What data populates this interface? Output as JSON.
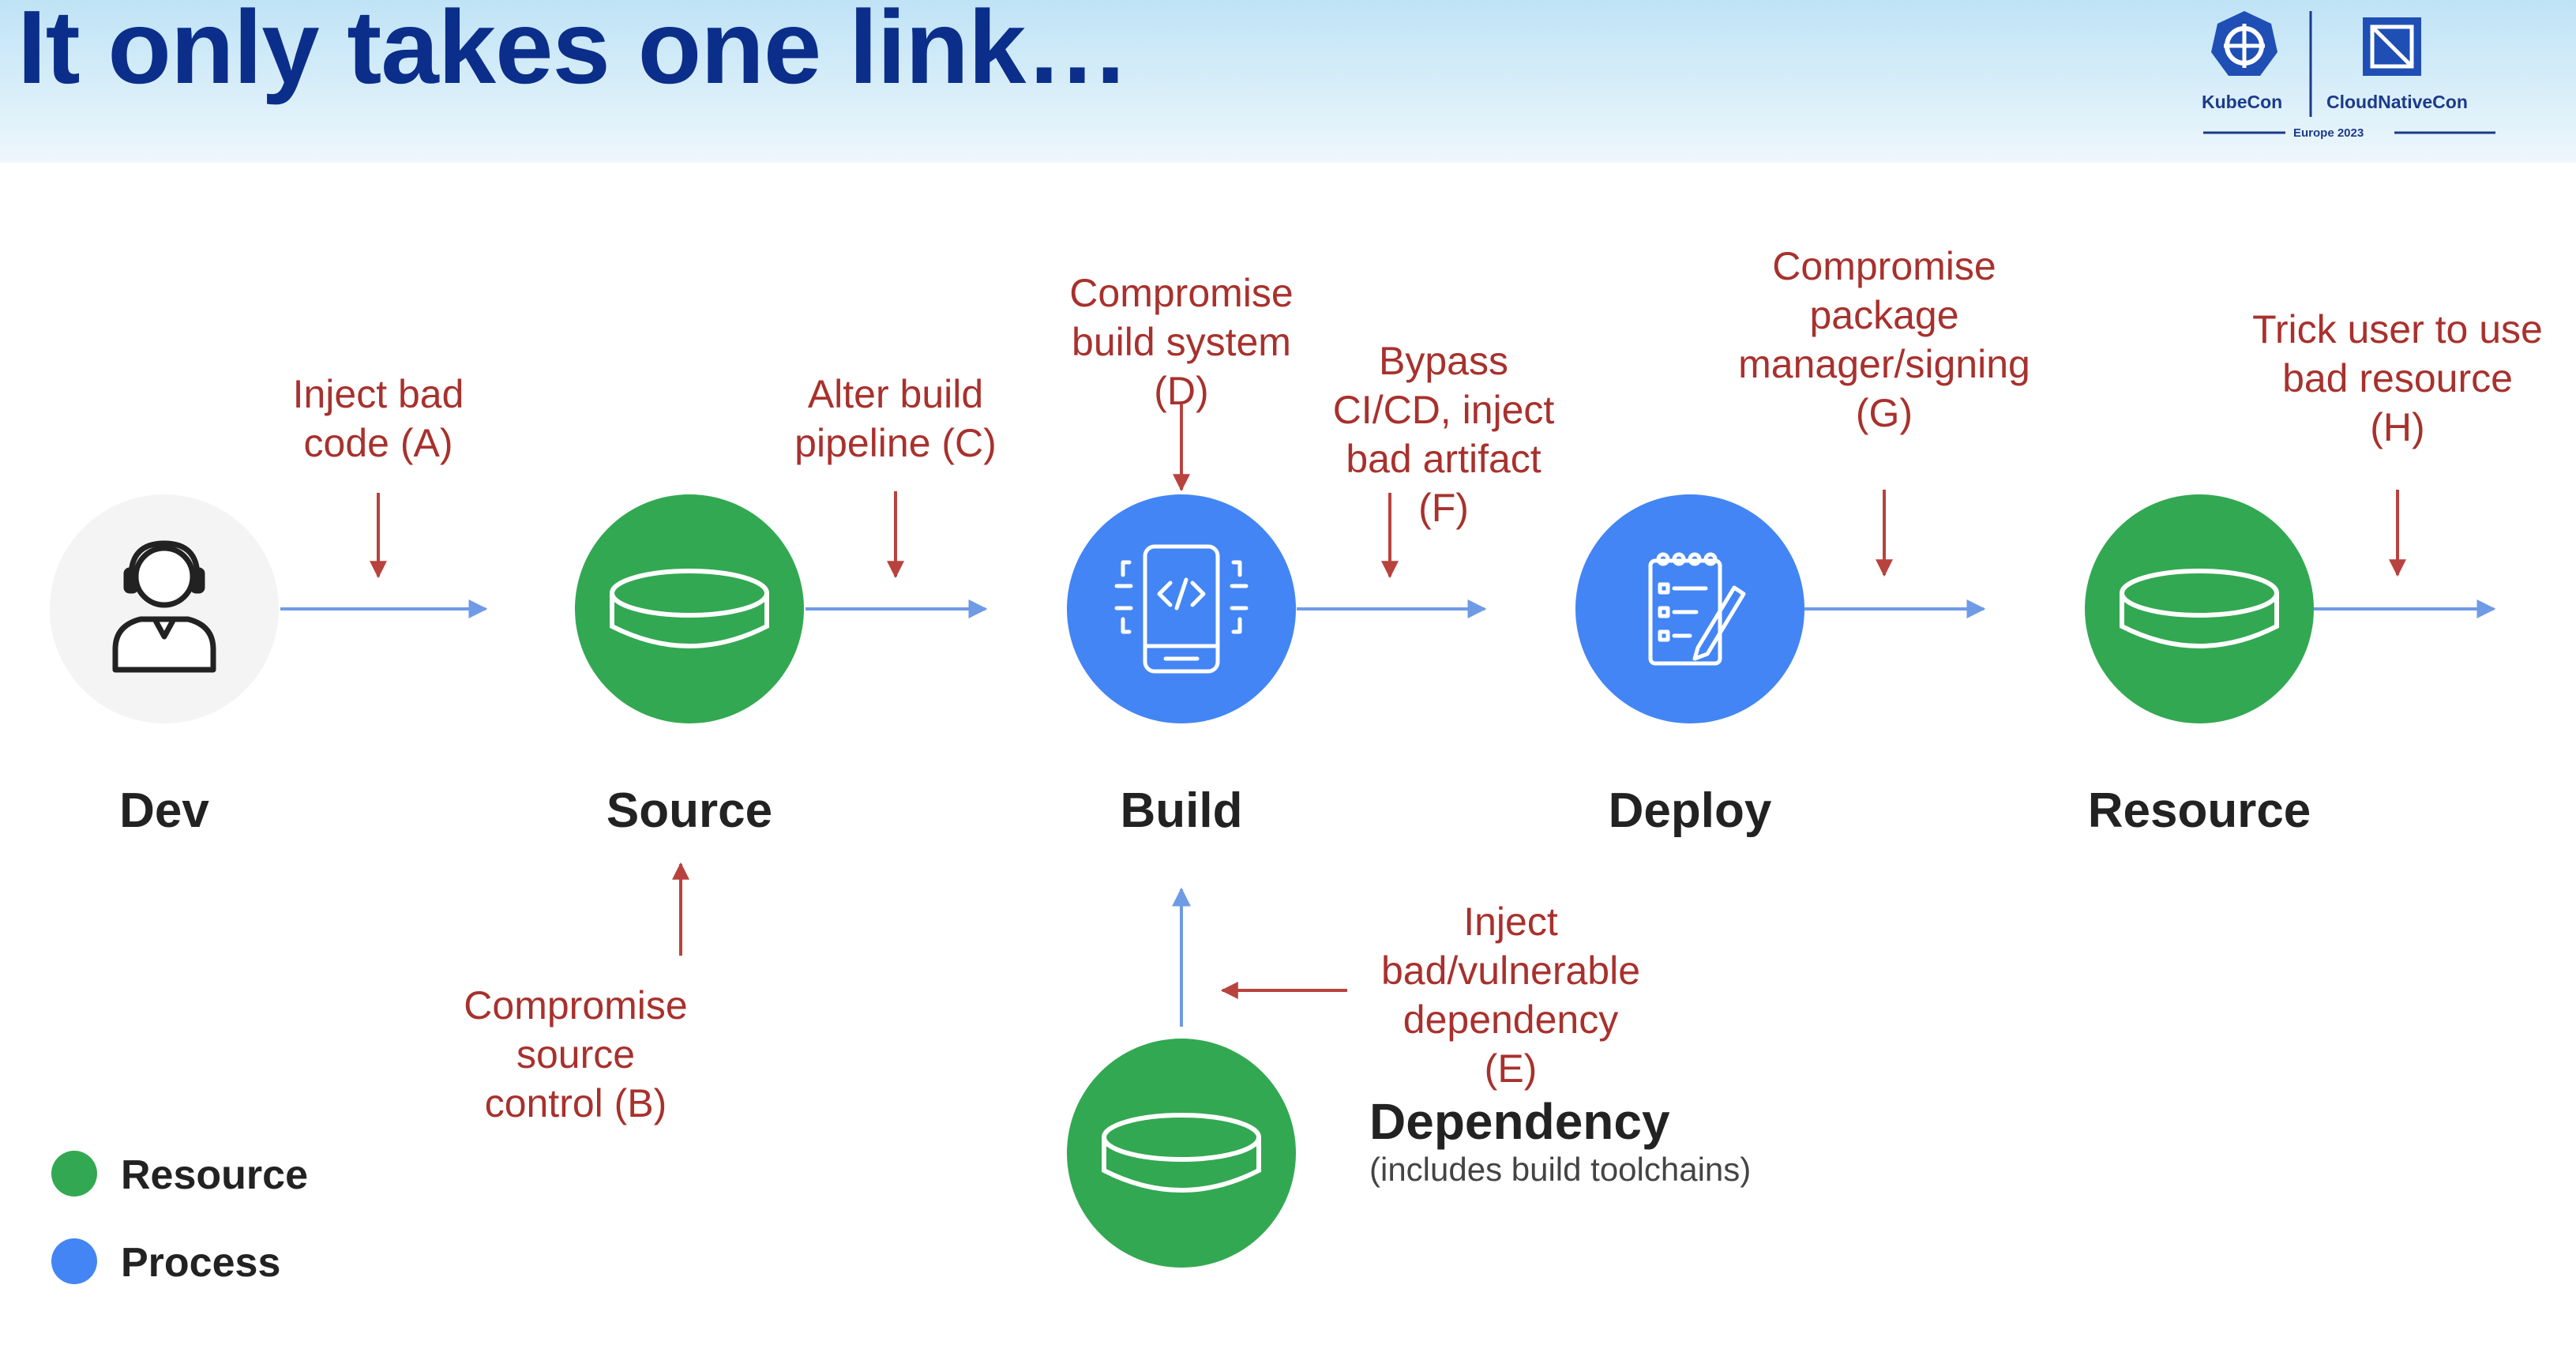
{
  "slide": {
    "title": "It only takes one link…"
  },
  "logos": {
    "kubecon": "KubeCon",
    "cloudnativecon": "CloudNativeCon",
    "event": "Europe 2023"
  },
  "nodes": {
    "dev": "Dev",
    "source": "Source",
    "build": "Build",
    "deploy": "Deploy",
    "resource": "Resource",
    "dependency": "Dependency",
    "dependency_note": "(includes build toolchains)"
  },
  "threats": {
    "a": "Inject bad\ncode (A)",
    "b": "Compromise\nsource\ncontrol (B)",
    "c": "Alter build\npipeline (C)",
    "d": "Compromise\nbuild system\n(D)",
    "e": "Inject\nbad/vulnerable\ndependency\n(E)",
    "f": "Bypass\nCI/CD, inject\nbad artifact\n(F)",
    "g": "Compromise\npackage\nmanager/signing\n(G)",
    "h": "Trick user to use\nbad resource\n(H)"
  },
  "legend": {
    "resource": "Resource",
    "process": "Process"
  },
  "colors": {
    "resource": "#33a852",
    "process": "#4385f4",
    "flow_arrow": "#6f9ae6",
    "threat_arrow": "#b8433e",
    "threat_text": "#a8312d",
    "title": "#0b2e8a"
  }
}
